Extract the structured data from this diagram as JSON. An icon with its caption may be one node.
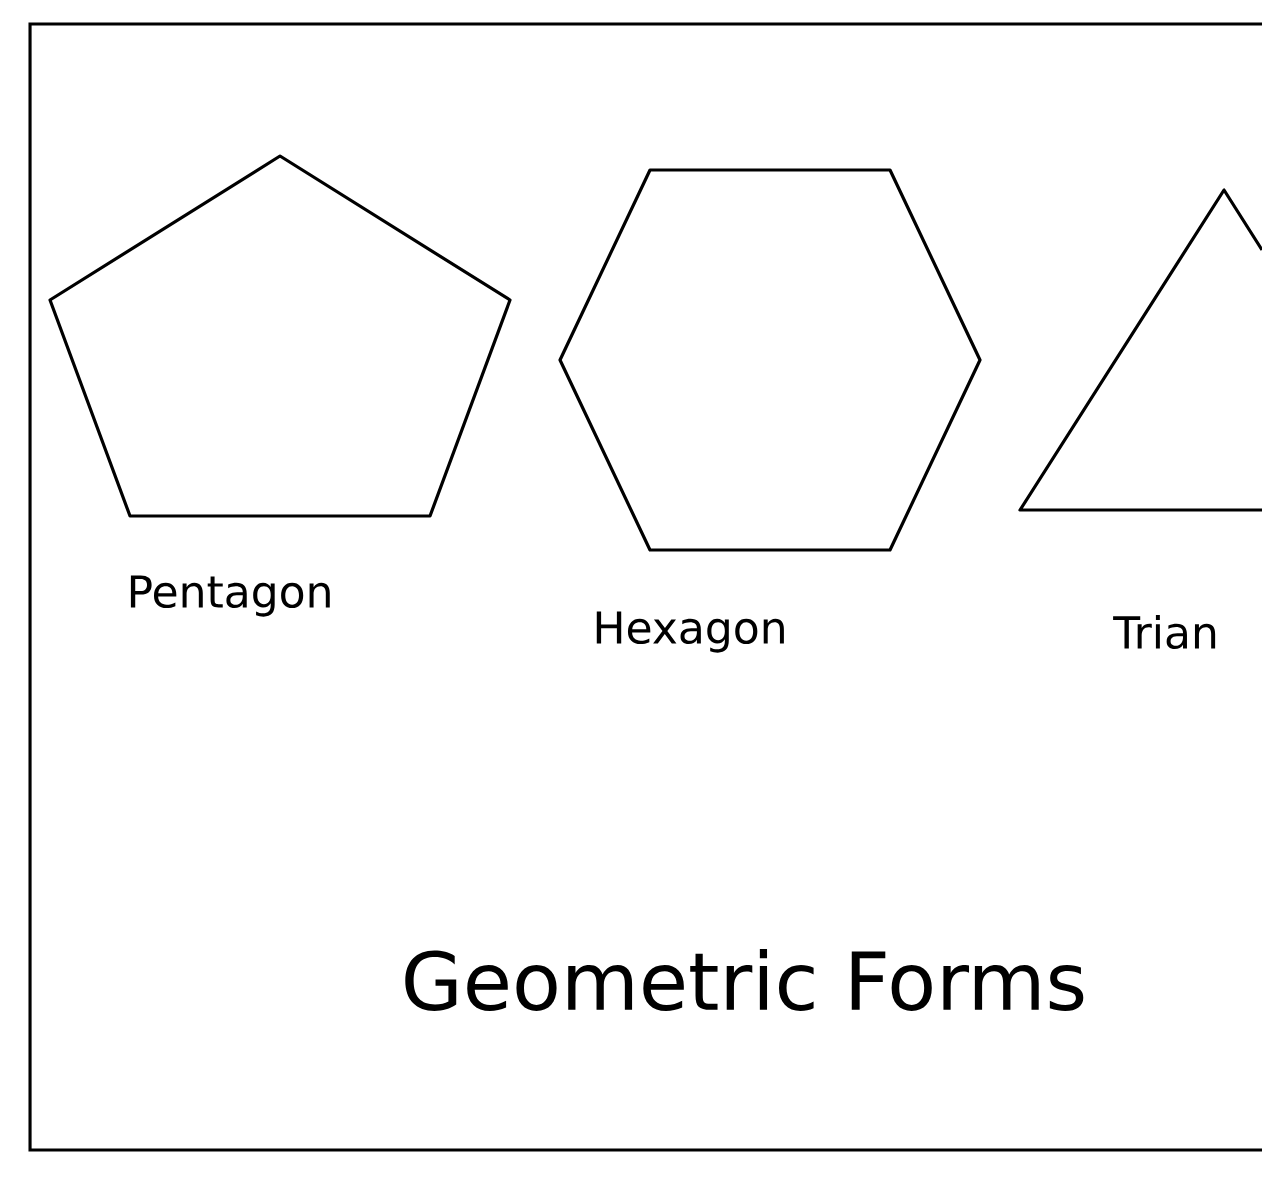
{
  "diagram": {
    "title": "Geometric Forms",
    "nodes": [
      {
        "text": [
          "Pentagon"
        ]
      },
      {
        "text": [
          "Hexagon"
        ]
      },
      {
        "text": [
          "Trian"
        ]
      }
    ]
  }
}
